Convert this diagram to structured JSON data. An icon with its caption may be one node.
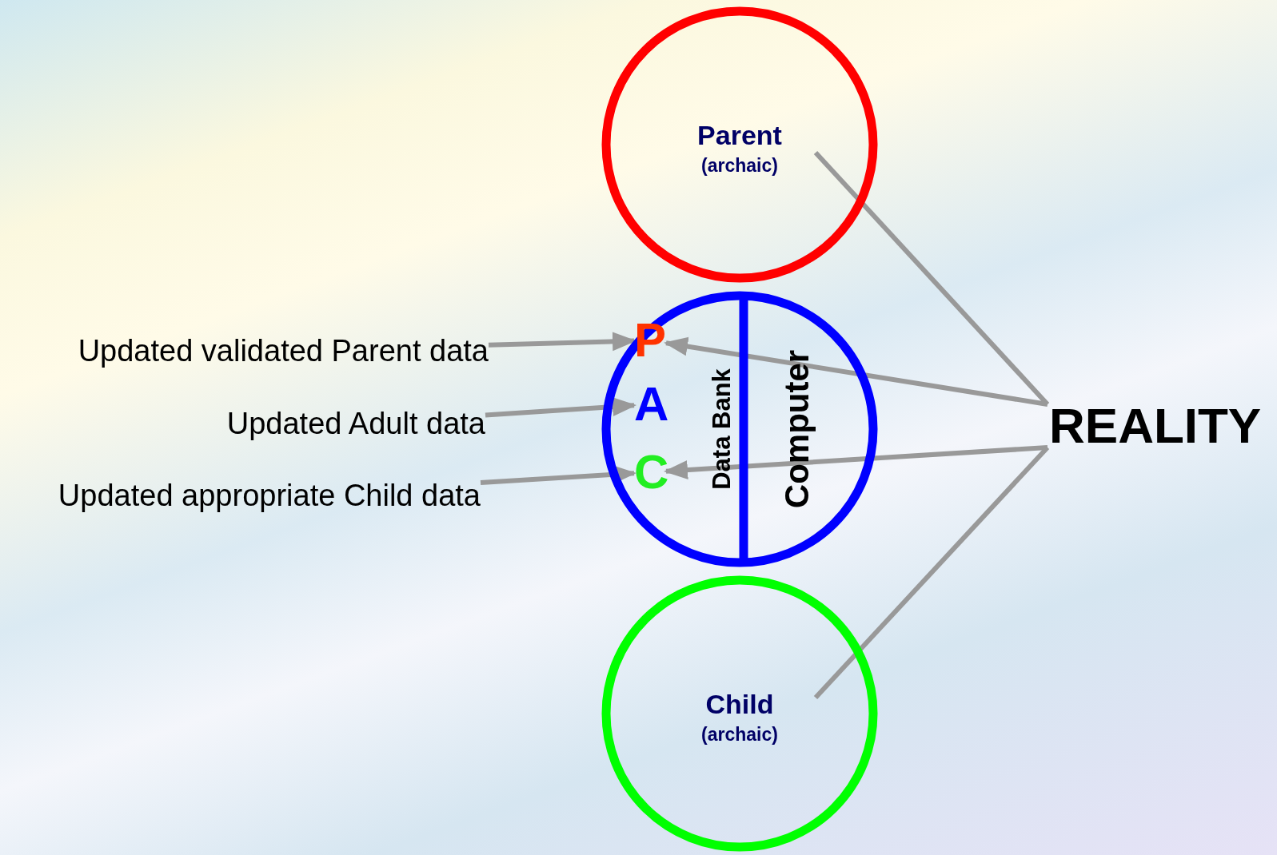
{
  "diagram": {
    "nodes": [
      {
        "text": [
          "Parent",
          "(archaic)"
        ]
      },
      {
        "text": [
          "Data Bank",
          "Computer"
        ]
      },
      {
        "text": [
          "P"
        ],
        "in": 1
      },
      {
        "text": [
          "A"
        ],
        "in": 1
      },
      {
        "text": [
          "C"
        ],
        "in": 1
      },
      {
        "text": [
          "Child",
          "(archaic)"
        ]
      },
      {
        "text": [
          "REALITY"
        ]
      },
      {
        "text": [
          "Updated validated Parent data"
        ]
      },
      {
        "text": [
          "Updated Adult data"
        ]
      },
      {
        "text": [
          "Updated appropriate Child data"
        ]
      }
    ],
    "edges": [
      {
        "from": 0,
        "to": 6,
        "arrow": "none"
      },
      {
        "from": 6,
        "to": 2,
        "arrow": "to"
      },
      {
        "from": 6,
        "to": 4,
        "arrow": "to"
      },
      {
        "from": 5,
        "to": 6,
        "arrow": "none"
      },
      {
        "from": 7,
        "to": 2,
        "arrow": "to"
      },
      {
        "from": 8,
        "to": 3,
        "arrow": "to"
      },
      {
        "from": 9,
        "to": 4,
        "arrow": "to"
      }
    ]
  }
}
